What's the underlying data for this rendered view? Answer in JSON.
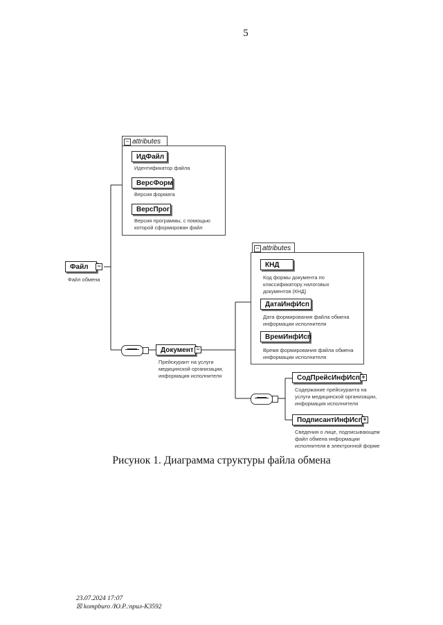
{
  "page_number": "5",
  "root": {
    "name": "Файл",
    "desc": "Файл обмена"
  },
  "attr_group_1": {
    "tab": "attributes",
    "items": [
      {
        "name": "ИдФайл",
        "desc": "Идентификатор файла"
      },
      {
        "name": "ВерсФорм",
        "desc": "Версия формата"
      },
      {
        "name": "ВерсПрог",
        "desc": [
          "Версия программы, с помощью",
          "которой сформирован файл"
        ]
      }
    ]
  },
  "document": {
    "name": "Документ",
    "desc": [
      "Прейскурант на услуги",
      "медицинской организации,",
      "информация исполнителя"
    ]
  },
  "attr_group_2": {
    "tab": "attributes",
    "items": [
      {
        "name": "КНД",
        "desc": [
          "Код формы документа по",
          "классификатору налоговых",
          "документов (КНД)"
        ]
      },
      {
        "name": "ДатаИнфИсп",
        "desc": [
          "Дата формирования файла обмена",
          "информации исполнителя"
        ]
      },
      {
        "name": "ВремИнфИсп",
        "desc": [
          "Время формирования файла обмена",
          "информации исполнителя"
        ]
      }
    ]
  },
  "children": [
    {
      "name": "СодПрейсИнфИсп",
      "desc": [
        "Содержание прейскуранта на",
        "услуги медицинской организации,",
        "информация исполнителя"
      ]
    },
    {
      "name": "ПодписантИнфИсп",
      "desc": [
        "Сведения о лице, подписывающем",
        "файл обмена информации",
        "исполнителя в электронной форме"
      ]
    }
  ],
  "caption": "Рисунок 1. Диаграмма структуры файла обмена",
  "stamp": {
    "line1": "23.07.2024 17:07",
    "line2": "☒ kompburo /Ю.Р.:прил-К3592"
  }
}
